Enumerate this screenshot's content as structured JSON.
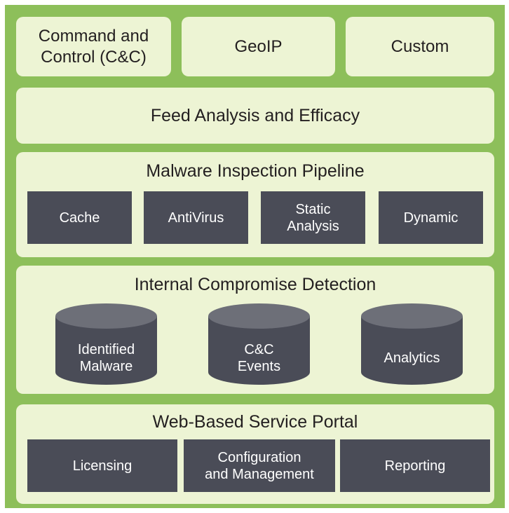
{
  "feeds": {
    "cnc": "Command and\nControl (C&C)",
    "geoip": "GeoIP",
    "custom": "Custom"
  },
  "feed_analysis": {
    "title": "Feed Analysis and Efficacy"
  },
  "pipeline": {
    "title": "Malware Inspection Pipeline",
    "stages": [
      "Cache",
      "AntiVirus",
      "Static\nAnalysis",
      "Dynamic"
    ]
  },
  "detection": {
    "title": "Internal Compromise Detection",
    "stores": [
      "Identified\nMalware",
      "C&C\nEvents",
      "Analytics"
    ]
  },
  "portal": {
    "title": "Web-Based Service Portal",
    "modules": [
      "Licensing",
      "Configuration\nand Management",
      "Reporting"
    ]
  },
  "colors": {
    "frame": "#8dbf5a",
    "panel": "#edf4d4",
    "dark_box": "#4a4c57",
    "cylinder_top": "#6d6f78"
  }
}
